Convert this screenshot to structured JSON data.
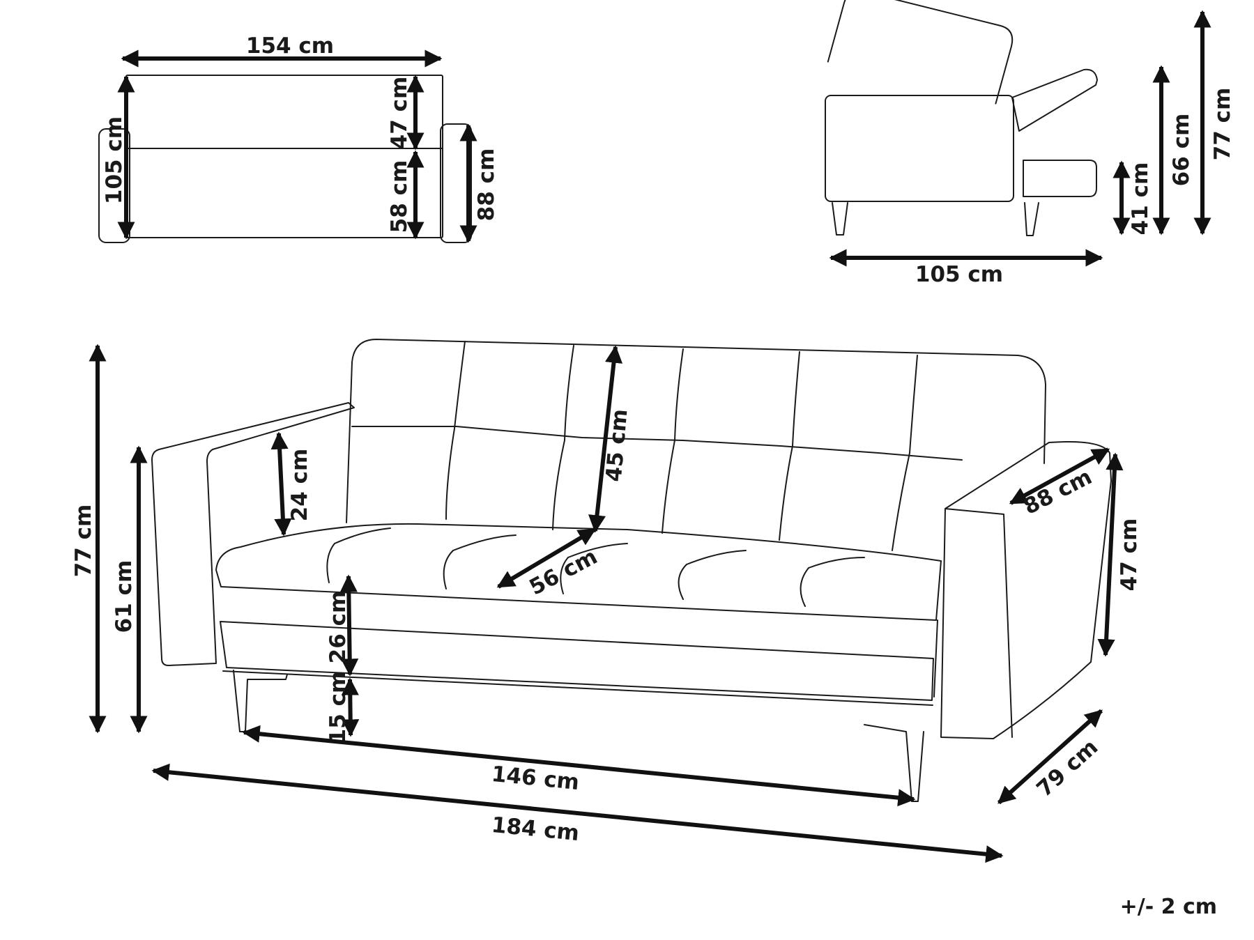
{
  "labels": {
    "top_width": "154 cm",
    "top_depth": "105 cm",
    "top_back_depth": "47 cm",
    "top_seat_depth": "58 cm",
    "top_arm_depth": "88 cm",
    "side_width": "105 cm",
    "side_seat_height": "41 cm",
    "side_back_mid": "66 cm",
    "side_total_height": "77 cm",
    "front_total_height": "77 cm",
    "front_arm_height": "61 cm",
    "front_back_height": "24 cm",
    "front_back_cushion": "45 cm",
    "front_seat_depth": "56 cm",
    "front_seat_thickness": "26 cm",
    "front_leg_height": "15 cm",
    "front_arm_depth": "88 cm",
    "front_arm_side_height": "47 cm",
    "front_inner_width": "146 cm",
    "front_total_width": "184 cm",
    "front_total_depth": "79 cm",
    "tolerance": "+/- 2 cm"
  },
  "colors": {
    "line": "#1a1a1a",
    "background": "#ffffff"
  }
}
